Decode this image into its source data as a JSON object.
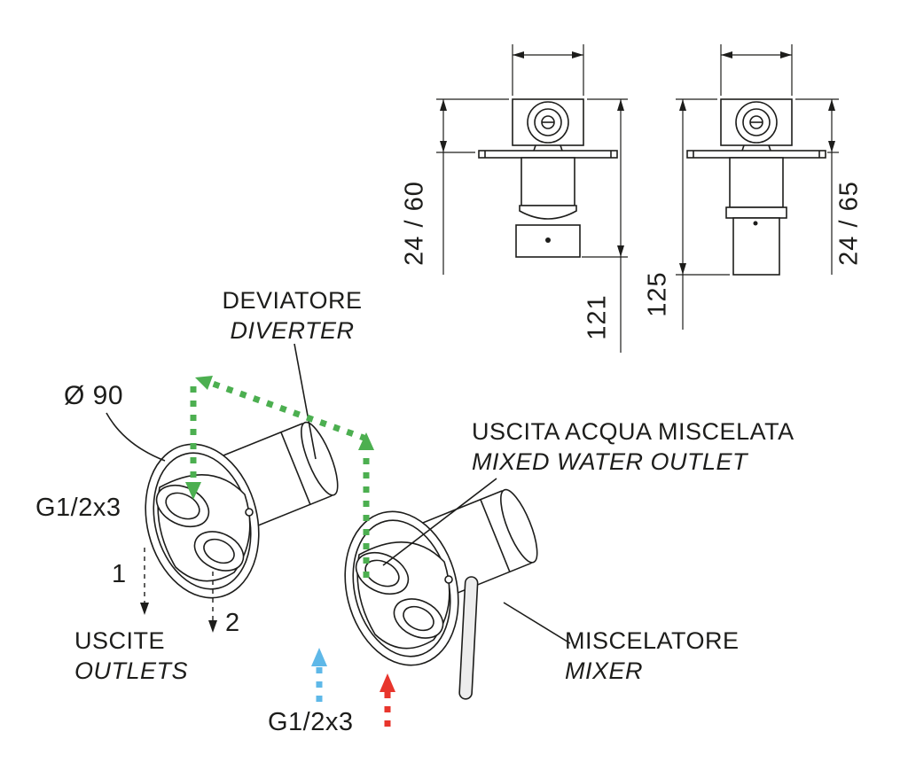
{
  "colors": {
    "line": "#1d1d1b",
    "flow_mixed": "#4caf50",
    "flow_cold": "#5eb8e8",
    "flow_hot": "#e8352c"
  },
  "callouts": {
    "diverter": {
      "it": "DEVIATORE",
      "en": "DIVERTER"
    },
    "plate_diameter": "Ø 90",
    "outlets_thread": "G1/2x3",
    "outlet_1": "1",
    "outlet_2": "2",
    "outlets": {
      "it": "USCITE",
      "en": "OUTLETS"
    },
    "mixed_water": {
      "it": "USCITA ACQUA MISCELATA",
      "en": "MIXED WATER OUTLET"
    },
    "mixer": {
      "it": "MISCELATORE",
      "en": "MIXER"
    },
    "inlets_thread": "G1/2x3"
  },
  "dimensions": {
    "diverter_view": {
      "protrusion": "24 / 60",
      "height": "121"
    },
    "mixer_view": {
      "protrusion": "24 / 65",
      "height": "125"
    }
  }
}
